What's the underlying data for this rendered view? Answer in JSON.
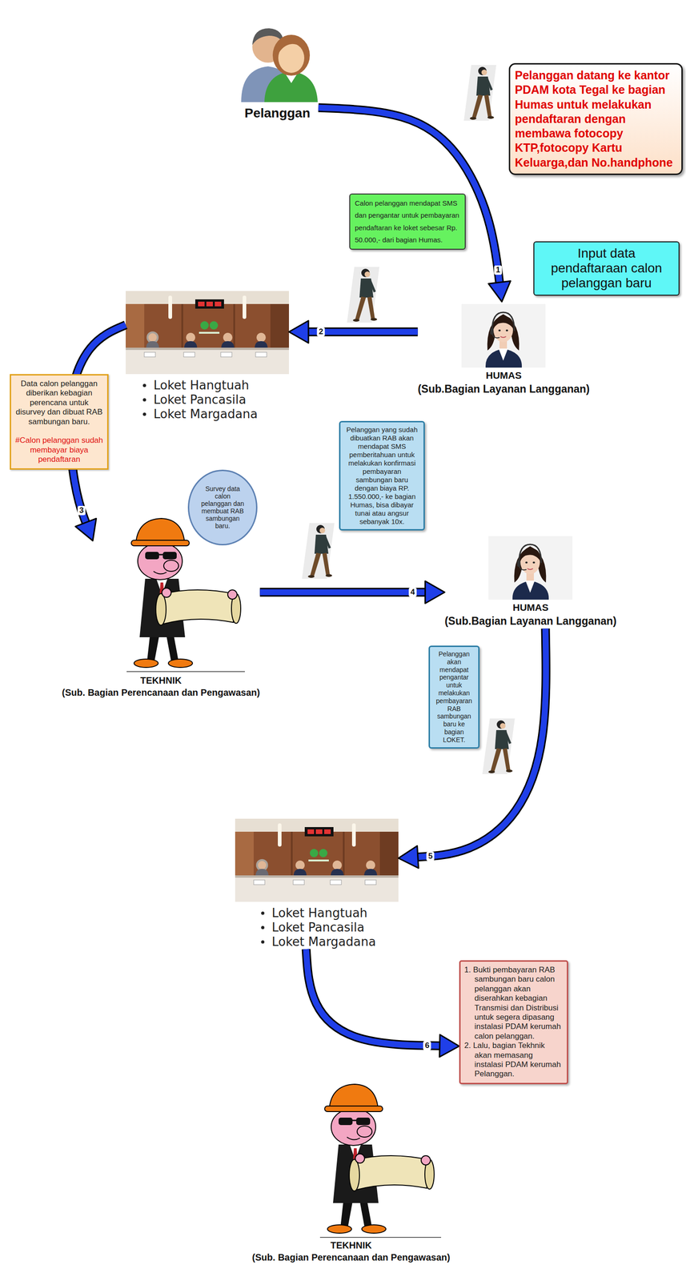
{
  "diagram": {
    "nodes": [
      {
        "text": [
          "Pelanggan"
        ]
      },
      {
        "text": [
          "Pelanggan datang ke kantor PDAM kota Tegal ke bagian Humas untuk melakukan pendaftaran dengan membawa fotocopy KTP,fotocopy Kartu Keluarga,dan No.handphone"
        ]
      },
      {
        "text": [
          "Calon pelanggan mendapat SMS dan pengantar untuk pembayaran pendaftaran ke loket sebesar Rp. 50.000,- dari bagian Humas."
        ]
      },
      {
        "text": [
          "Input data pendaftaraan calon pelanggan baru"
        ]
      },
      {
        "text": [
          "Loket Hangtuah",
          "Loket Pancasila",
          "Loket Margadana"
        ]
      },
      {
        "text": [
          "HUMAS",
          "(Sub.Bagian Layanan Langganan)"
        ]
      },
      {
        "text": [
          "Data calon pelanggan diberikan kebagian perencana untuk disurvey dan dibuat RAB sambungan baru.",
          "#Calon pelanggan sudah membayar biaya pendaftaran"
        ]
      },
      {
        "text": [
          "TEKHNIK",
          "(Sub. Bagian Perencanaan dan Pengawasan)"
        ]
      },
      {
        "text": [
          "Survey data calon pelanggan dan membuat RAB sambungan baru."
        ]
      },
      {
        "text": [
          "Pelanggan yang sudah dibuatkan RAB akan mendapat SMS pemberitahuan untuk melakukan konfirmasi pembayaran sambungan baru dengan biaya RP. 1.550.000,- ke bagian Humas, bisa dibayar tunai atau angsur sebanyak 10x."
        ]
      },
      {
        "text": [
          "HUMAS",
          "(Sub.Bagian Layanan Langganan)"
        ]
      },
      {
        "text": [
          "Pelanggan akan mendapat pengantar untuk melakukan pembayaran RAB sambungan baru ke bagian LOKET."
        ]
      },
      {
        "text": [
          "Loket Hangtuah",
          "Loket Pancasila",
          "Loket Margadana"
        ]
      },
      {
        "text": [
          "1. Bukti pembayaran RAB sambungan baru calon pelanggan akan diserahkan kebagian Transmisi dan Distribusi untuk segera dipasang instalasi PDAM kerumah calon pelanggan.",
          "2. Lalu, bagian Tekhnik akan memasang instalasi PDAM kerumah Pelanggan."
        ]
      },
      {
        "text": [
          "TEKHNIK",
          "(Sub. Bagian Perencanaan dan Pengawasan)"
        ]
      }
    ],
    "edges": [
      {
        "from": 0,
        "to": 5,
        "arrow": "to",
        "label": "1"
      },
      {
        "from": 5,
        "to": 4,
        "arrow": "to",
        "label": "2"
      },
      {
        "from": 4,
        "to": 7,
        "arrow": "to",
        "label": "3"
      },
      {
        "from": 7,
        "to": 10,
        "arrow": "to",
        "label": "4"
      },
      {
        "from": 10,
        "to": 12,
        "arrow": "to",
        "label": "5"
      },
      {
        "from": 12,
        "to": 13,
        "arrow": "to",
        "label": "6"
      }
    ]
  }
}
